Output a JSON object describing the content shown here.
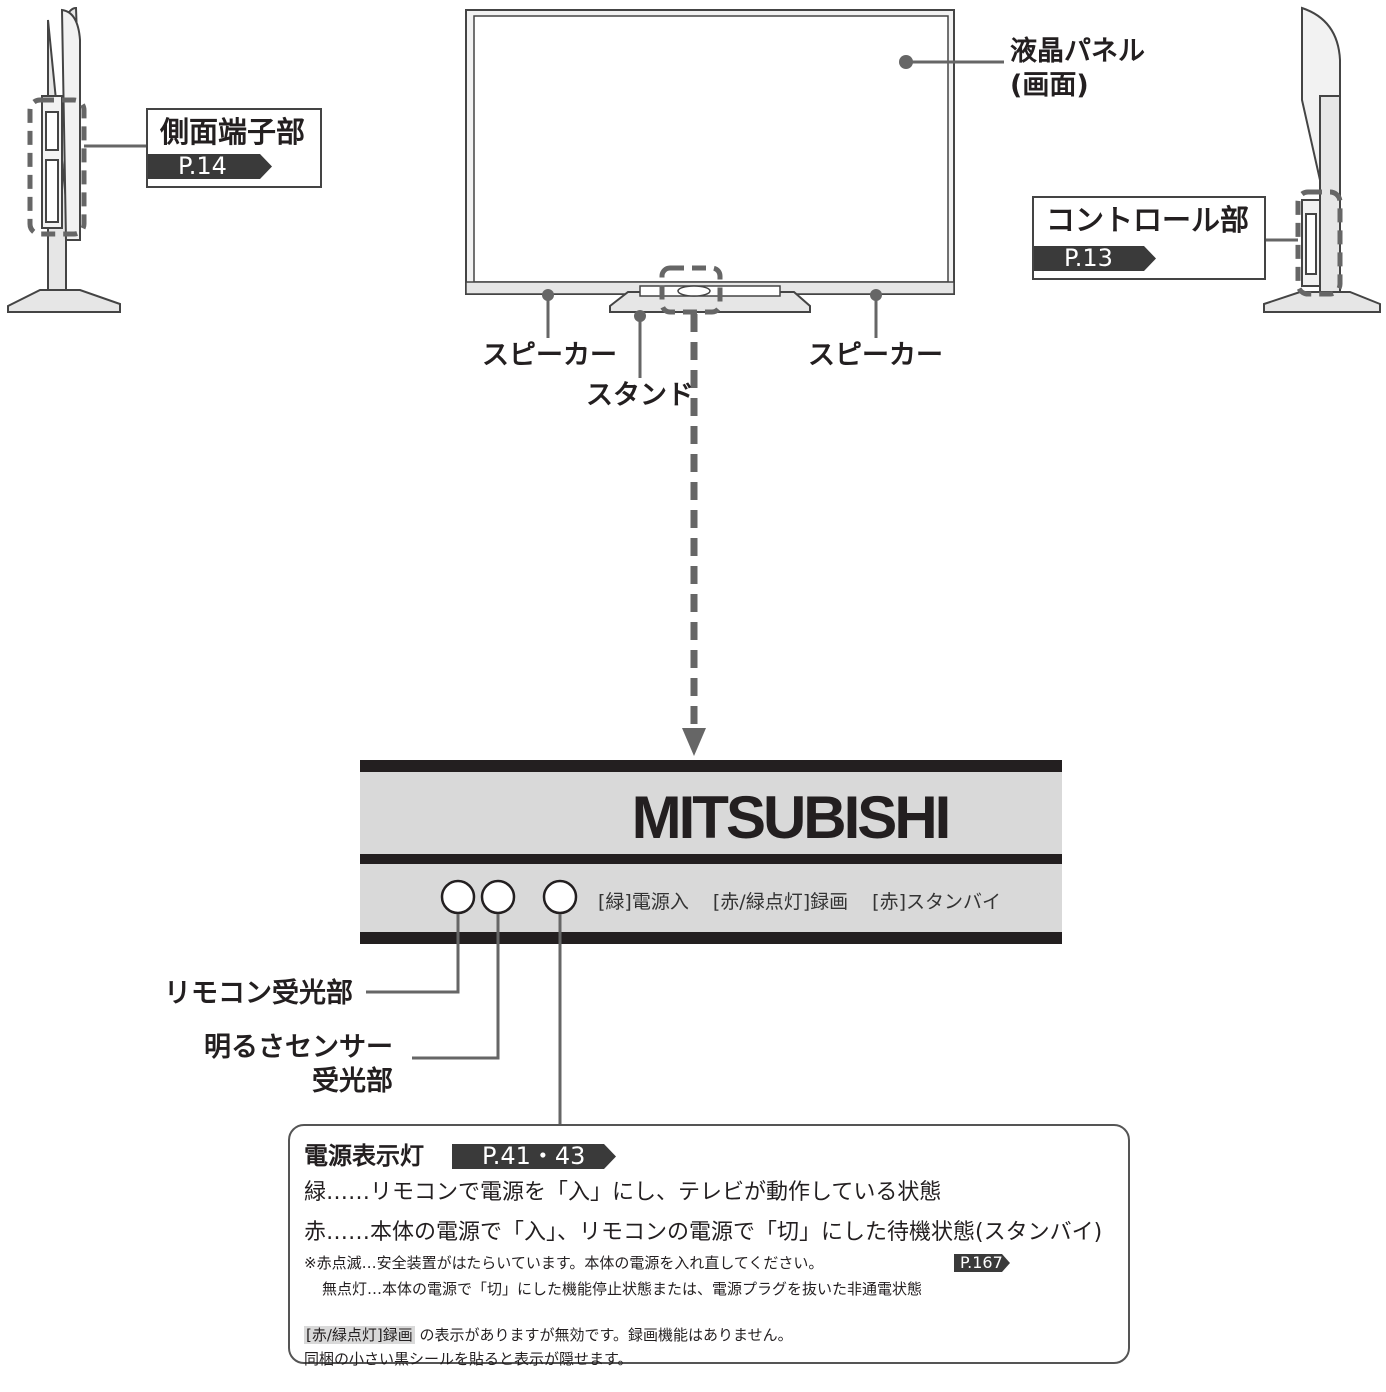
{
  "labels": {
    "lcd_panel": "液晶パネル",
    "lcd_panel_sub": "(画面)",
    "side_terminal": "側面端子部",
    "side_terminal_ref": "P.14",
    "control": "コントロール部",
    "control_ref": "P.13",
    "speaker_left": "スピーカー",
    "speaker_right": "スピーカー",
    "stand": "スタンド",
    "remote_sensor": "リモコン受光部",
    "light_sensor": "明るさセンサー",
    "light_sensor_sub": "受光部"
  },
  "front_panel": {
    "brand": "MITSUBISHI",
    "legend": [
      "[緑]電源入",
      "[赤/緑点灯]録画",
      "[赤]スタンバイ"
    ]
  },
  "power_indicator": {
    "title": "電源表示灯",
    "ref": "P.41・43",
    "green": "緑……リモコンで電源を「入」にし、テレビが動作している状態",
    "red": "赤……本体の電源で「入」、リモコンの電源で「切」にした待機状態(スタンバイ)",
    "blink_note": "※赤点滅…安全装置がはたらいています。本体の電源を入れ直してください。",
    "blink_ref": "P.167",
    "off_note": "無点灯…本体の電源で「切」にした機能停止状態または、電源プラグを抜いた非通電状態",
    "record_tag": "[赤/緑点灯]録画",
    "record_note": "の表示がありますが無効です。録画機能はありません。",
    "seal_note": "同梱の小さい黒シールを貼ると表示が隠せます。"
  },
  "colors": {
    "ink": "#231f20",
    "panel_gray": "#d9d9d9",
    "dark_bar": "#231f20",
    "ref_tag": "#3a3a3a",
    "leader": "#666666"
  }
}
